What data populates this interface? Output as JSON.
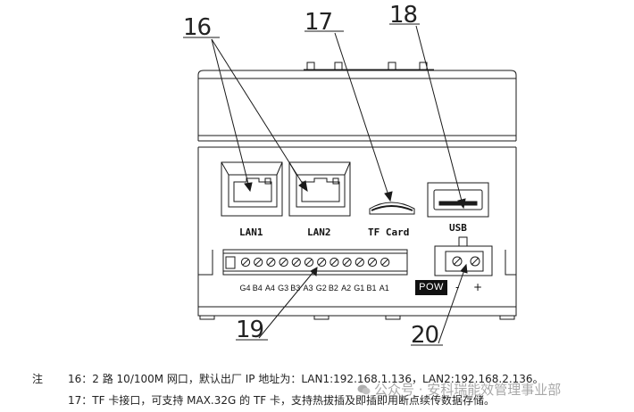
{
  "callouts": {
    "c16": "16",
    "c17": "17",
    "c18": "18",
    "c19": "19",
    "c20": "20"
  },
  "ports": {
    "lan1": "LAN1",
    "lan2": "LAN2",
    "tf": "TF Card",
    "usb": "USB"
  },
  "terminals": [
    "G4",
    "B4",
    "A4",
    "G3",
    "B3",
    "A3",
    "G2",
    "B2",
    "A2",
    "G1",
    "B1",
    "A1"
  ],
  "power": {
    "label": "POW",
    "minus": "-",
    "plus": "+"
  },
  "notes": {
    "prefix": "注",
    "line1_num": "16：",
    "line1": "2 路 10/100M 网口，默认出厂 IP 地址为：LAN1:192.168.1.136，LAN2:192.168.2.136。",
    "line2_num": "17：",
    "line2": "TF 卡接口，可支持 MAX.32G 的 TF 卡，支持热拔插及即插即用断点续传数据存储。"
  },
  "watermark": "公众号 · 安科瑞能效管理事业部"
}
